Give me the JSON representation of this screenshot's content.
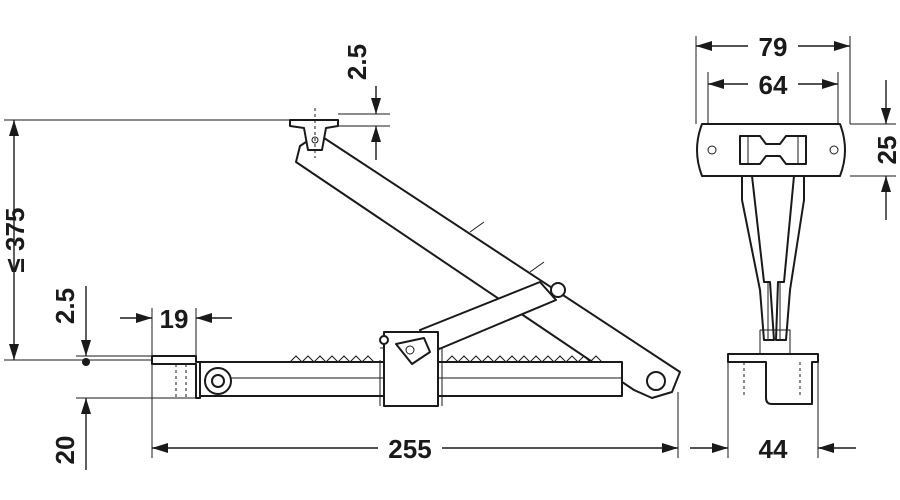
{
  "dimensions": {
    "max_height": "≤ 375",
    "offset_top": "2.5",
    "offset_left": "2.5",
    "plate_width": "19",
    "base_height": "20",
    "length": "255",
    "width_outer": "79",
    "width_inner": "64",
    "plate_height": "25",
    "depth": "44"
  }
}
